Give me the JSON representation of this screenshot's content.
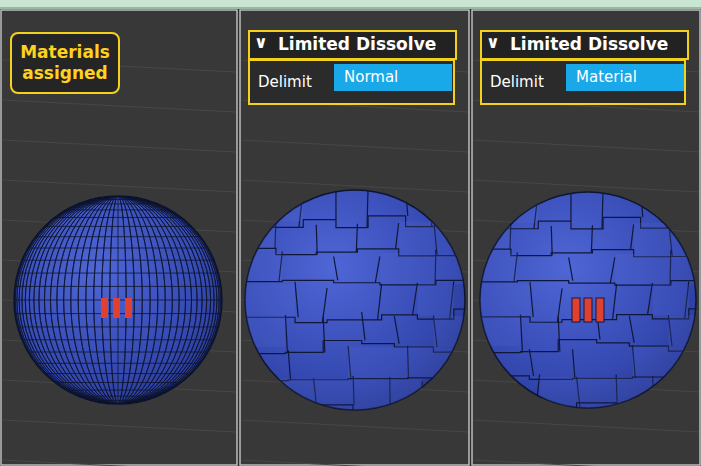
{
  "diagram": {
    "nodes": [
      {
        "text": [
          "Materials assigned"
        ]
      },
      {
        "text": [
          "Limited Dissolve"
        ]
      },
      {
        "text": [
          "Delimit"
        ]
      },
      {
        "text": [
          "Normal"
        ],
        "in": 2
      },
      {
        "text": [
          "Limited Dissolve"
        ]
      },
      {
        "text": [
          "Delimit"
        ]
      },
      {
        "text": [
          "Material"
        ],
        "in": 5
      }
    ],
    "labels": [
      "∨",
      "∨"
    ]
  }
}
